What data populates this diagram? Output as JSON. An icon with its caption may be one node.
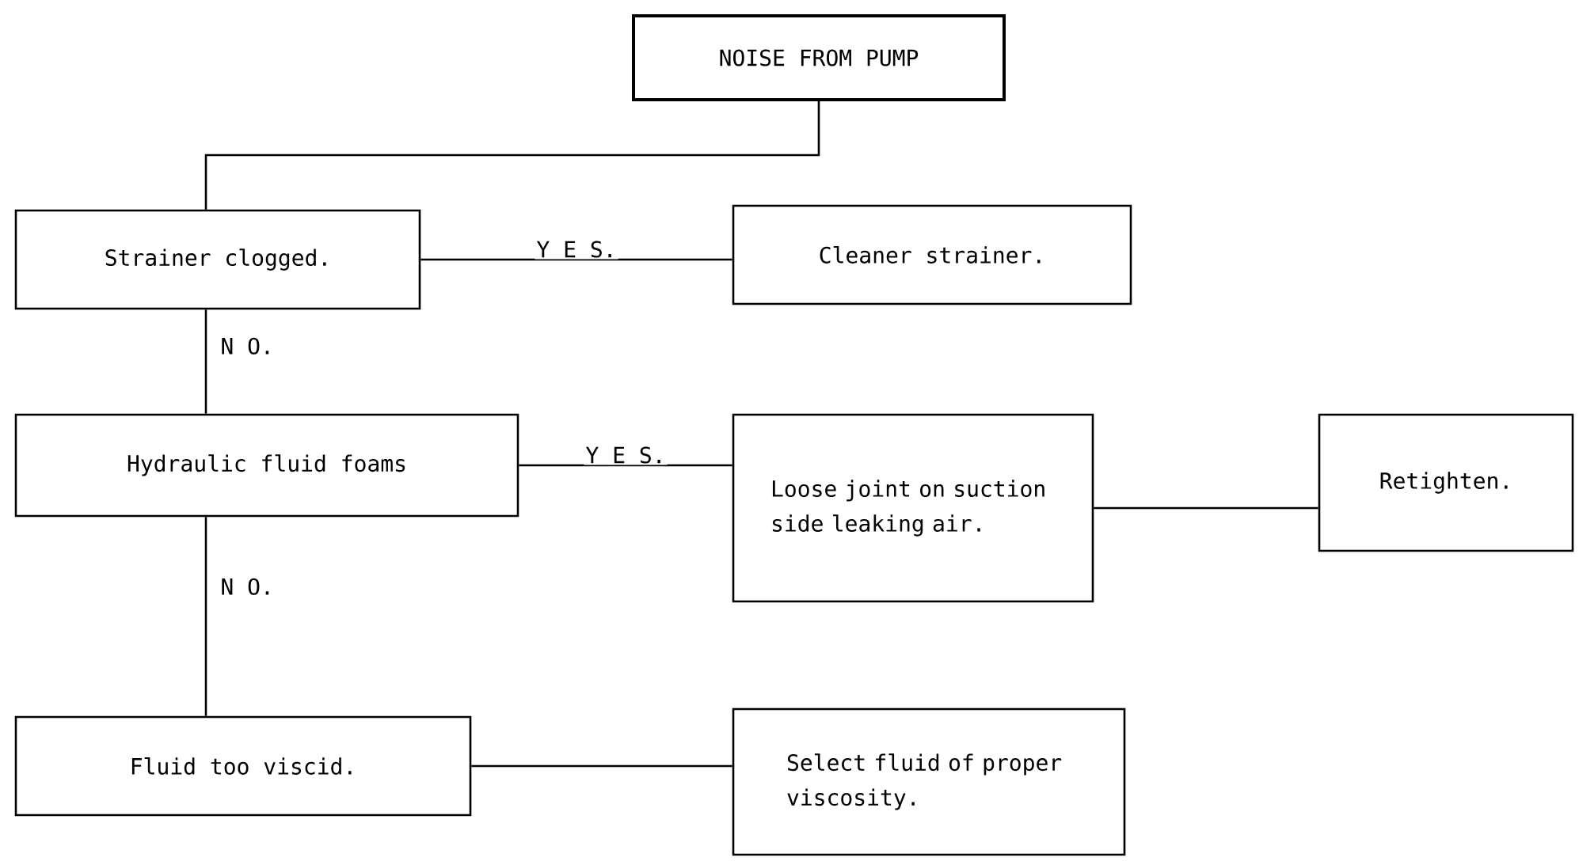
{
  "diagram": {
    "nodes": [
      {
        "text": [
          "NOISE FROM PUMP"
        ]
      },
      {
        "text": [
          "Strainer clogged."
        ]
      },
      {
        "text": [
          "Cleaner strainer."
        ]
      },
      {
        "text": [
          "Hydraulic fluid foams"
        ]
      },
      {
        "text": [
          "Loose joint on suction side leaking air."
        ]
      },
      {
        "text": [
          "Retighten."
        ]
      },
      {
        "text": [
          "Fluid too viscid."
        ]
      },
      {
        "text": [
          "Select fluid of proper viscosity."
        ]
      }
    ],
    "edges": [
      {
        "from": 0,
        "to": 1,
        "arrow": "none"
      },
      {
        "from": 1,
        "to": 2,
        "arrow": "none",
        "label": "Y E S."
      },
      {
        "from": 1,
        "to": 3,
        "arrow": "none",
        "label": "N O."
      },
      {
        "from": 3,
        "to": 4,
        "arrow": "none",
        "label": "Y E S."
      },
      {
        "from": 4,
        "to": 5,
        "arrow": "none"
      },
      {
        "from": 3,
        "to": 6,
        "arrow": "none",
        "label": "N O."
      },
      {
        "from": 6,
        "to": 7,
        "arrow": "none"
      }
    ]
  }
}
